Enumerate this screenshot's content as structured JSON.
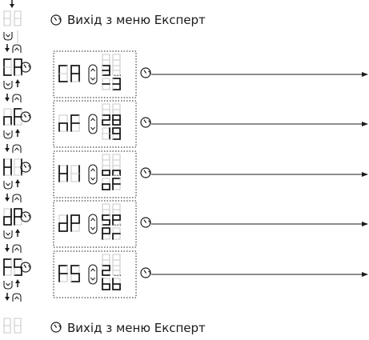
{
  "exit_label_top": "Вихід з меню Експерт",
  "exit_label_bottom": "Вихід з меню Експерт",
  "colors": {
    "on": "#1b1b1b",
    "off": "#c9c9c9",
    "line": "#1b1b1b"
  },
  "rows": [
    {
      "code": "CA",
      "top": "  ",
      "mid": "3",
      "bot": "-3"
    },
    {
      "code": "nF",
      "top": "  ",
      "mid": "28",
      "bot": "19"
    },
    {
      "code": "HI",
      "top": "  ",
      "mid": "on",
      "bot": "oF"
    },
    {
      "code": "dP",
      "top": "  ",
      "mid": "SP",
      "bot": "Pr"
    },
    {
      "code": "FS",
      "top": "  ",
      "mid": "2.",
      "bot": "bb"
    }
  ]
}
